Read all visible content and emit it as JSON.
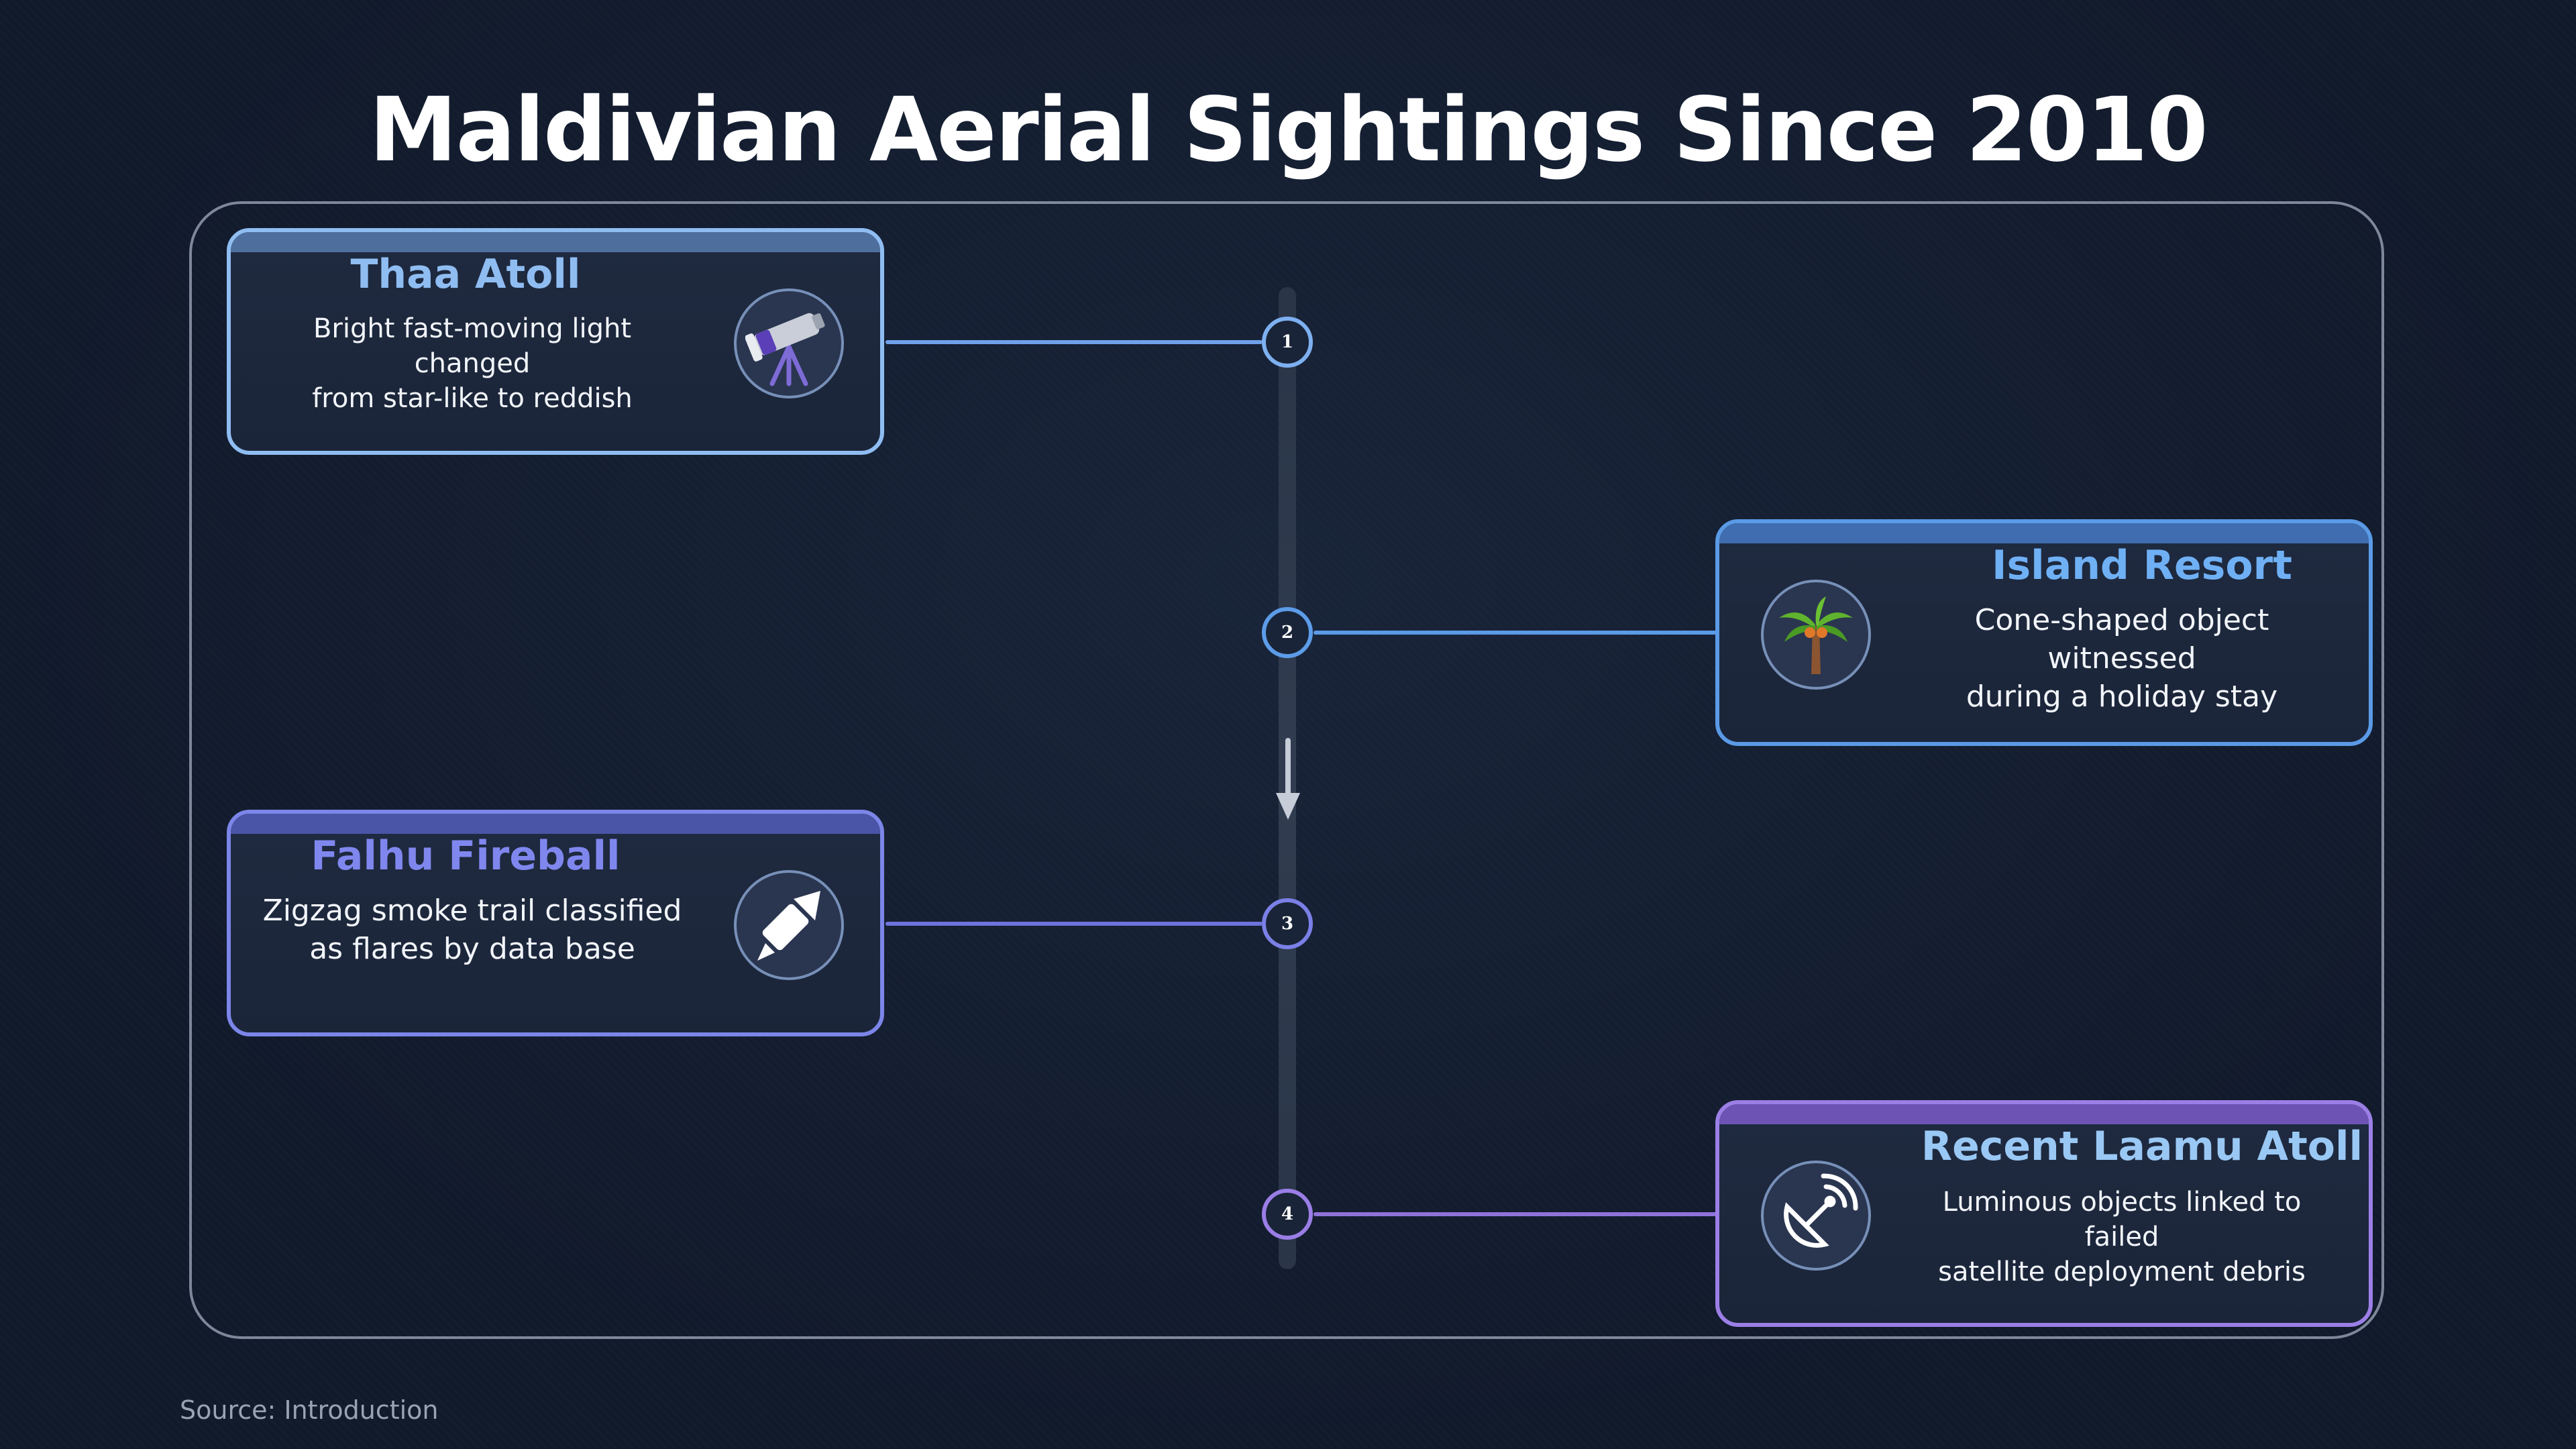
{
  "title": "Maldivian Aerial Sightings Since 2010",
  "source": "Source: Introduction",
  "colors": {
    "background": "#111a2b",
    "card1": "#8fbdf2",
    "card2": "#5a9ae6",
    "card3": "#7c85e8",
    "card4": "#9b7fe6"
  },
  "events": [
    {
      "step": "1",
      "title": "Thaa Atoll",
      "description_line1": "Bright fast-moving light changed",
      "description_line2": "from star-like to reddish",
      "icon": "telescope-icon",
      "side": "left"
    },
    {
      "step": "2",
      "title": "Island Resort",
      "description_line1": "Cone-shaped object witnessed",
      "description_line2": "during a holiday stay",
      "icon": "palm-tree-icon",
      "side": "right"
    },
    {
      "step": "3",
      "title": "Falhu Fireball",
      "description_line1": "Zigzag smoke trail classified",
      "description_line2": "as flares by data base",
      "icon": "firework-rocket-icon",
      "side": "left"
    },
    {
      "step": "4",
      "title": "Recent Laamu Atoll",
      "description_line1": "Luminous objects linked to failed",
      "description_line2": "satellite deployment debris",
      "icon": "satellite-dish-icon",
      "side": "right"
    }
  ]
}
